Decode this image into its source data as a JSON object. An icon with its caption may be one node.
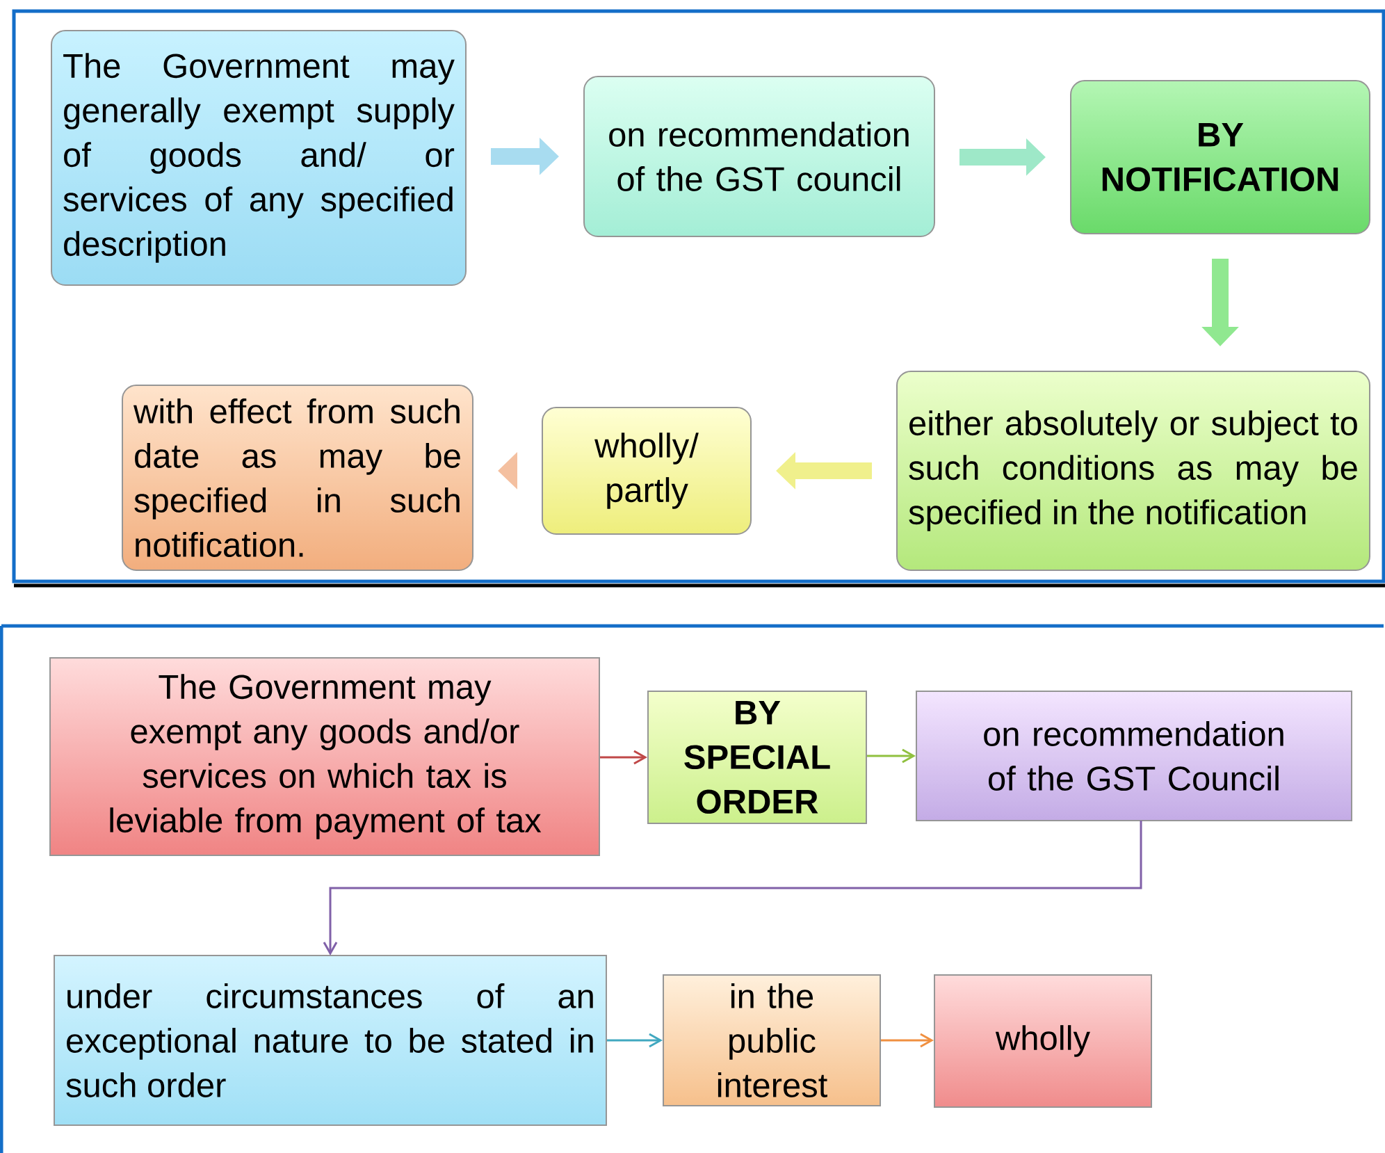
{
  "diagram": {
    "nodes": [
      {
        "text": [
          "The Government may generally exempt supply of goods and/ or services of any specified description"
        ]
      },
      {
        "text": [
          "on recommendation of the GST council"
        ]
      },
      {
        "text": [
          "BY NOTIFICATION"
        ]
      },
      {
        "text": [
          "either absolutely or subject to such conditions as may be specified in the notification"
        ]
      },
      {
        "text": [
          "wholly/ partly"
        ]
      },
      {
        "text": [
          "with effect from such date as may be specified in such notification."
        ]
      },
      {
        "text": [
          "The Government may exempt any goods and/or services on which tax is leviable from payment of tax"
        ]
      },
      {
        "text": [
          "BY SPECIAL ORDER"
        ]
      },
      {
        "text": [
          "on recommendation of the GST Council"
        ]
      },
      {
        "text": [
          "under circumstances of an exceptional nature to be stated in such order"
        ]
      },
      {
        "text": [
          "in the public interest"
        ]
      },
      {
        "text": [
          "wholly"
        ]
      }
    ],
    "edges": [
      {
        "from": 0,
        "to": 1,
        "arrow": "to",
        "style": "thick",
        "color": "#a8dcf0"
      },
      {
        "from": 1,
        "to": 2,
        "arrow": "to",
        "style": "thick",
        "color": "#9ee8c8"
      },
      {
        "from": 2,
        "to": 3,
        "arrow": "to",
        "style": "thick",
        "color": "#90e890"
      },
      {
        "from": 3,
        "to": 4,
        "arrow": "to",
        "style": "thick",
        "color": "#f0f08c"
      },
      {
        "from": 4,
        "to": 5,
        "arrow": "to",
        "style": "thick",
        "color": "#f4c0a0"
      },
      {
        "from": 6,
        "to": 7,
        "arrow": "to",
        "color": "#c04848"
      },
      {
        "from": 7,
        "to": 8,
        "arrow": "to",
        "color": "#90c040"
      },
      {
        "from": 8,
        "to": 9,
        "arrow": "to",
        "color": "#8060a8"
      },
      {
        "from": 9,
        "to": 10,
        "arrow": "to",
        "color": "#40a8c0"
      },
      {
        "from": 10,
        "to": 11,
        "arrow": "to",
        "color": "#f09040"
      }
    ]
  }
}
